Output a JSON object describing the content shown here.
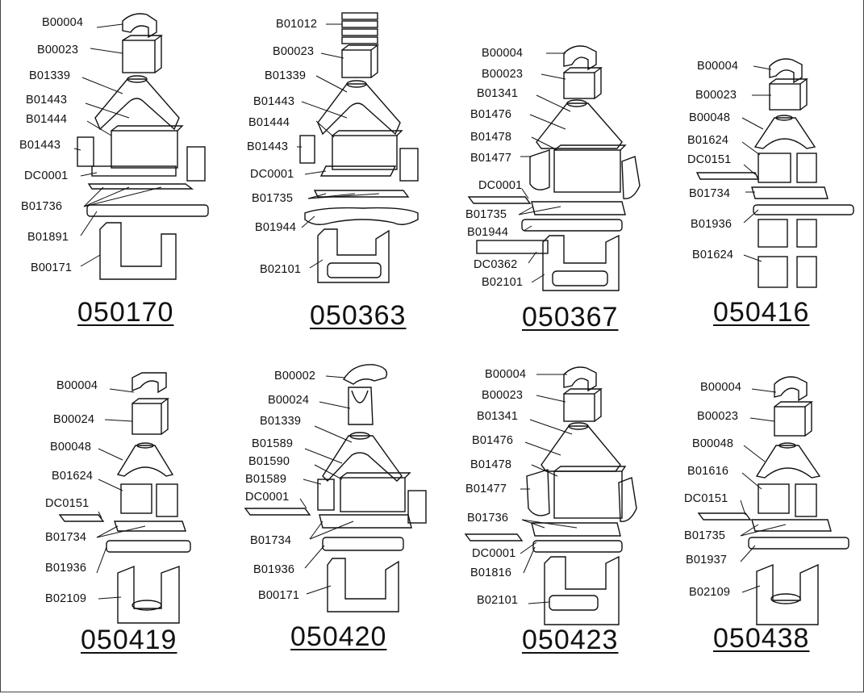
{
  "panels": [
    {
      "code": "050170",
      "parts": [
        "B00004",
        "B00023",
        "B01339",
        "B01443",
        "B01444",
        "B01443",
        "DC0001",
        "B01736",
        "B01891",
        "B00171"
      ]
    },
    {
      "code": "050363",
      "parts": [
        "B01012",
        "B00023",
        "B01339",
        "B01443",
        "B01444",
        "B01443",
        "DC0001",
        "B01735",
        "B01944",
        "B02101"
      ]
    },
    {
      "code": "050367",
      "parts": [
        "B00004",
        "B00023",
        "B01341",
        "B01476",
        "B01478",
        "B01477",
        "DC0001",
        "B01735",
        "B01944",
        "DC0362",
        "B02101"
      ]
    },
    {
      "code": "050416",
      "parts": [
        "B00004",
        "B00023",
        "B00048",
        "B01624",
        "DC0151",
        "B01734",
        "B01936",
        "B01624"
      ]
    },
    {
      "code": "050419",
      "parts": [
        "B00004",
        "B00024",
        "B00048",
        "B01624",
        "DC0151",
        "B01734",
        "B01936",
        "B02109"
      ]
    },
    {
      "code": "050420",
      "parts": [
        "B00002",
        "B00024",
        "B01339",
        "B01589",
        "B01590",
        "B01589",
        "DC0001",
        "B01734",
        "B01936",
        "B00171"
      ]
    },
    {
      "code": "050423",
      "parts": [
        "B00004",
        "B00023",
        "B01341",
        "B01476",
        "B01478",
        "B01477",
        "B01736",
        "DC0001",
        "B01816",
        "B02101"
      ]
    },
    {
      "code": "050438",
      "parts": [
        "B00004",
        "B00023",
        "B00048",
        "B01616",
        "DC0151",
        "B01735",
        "B01937",
        "B02109"
      ]
    }
  ]
}
